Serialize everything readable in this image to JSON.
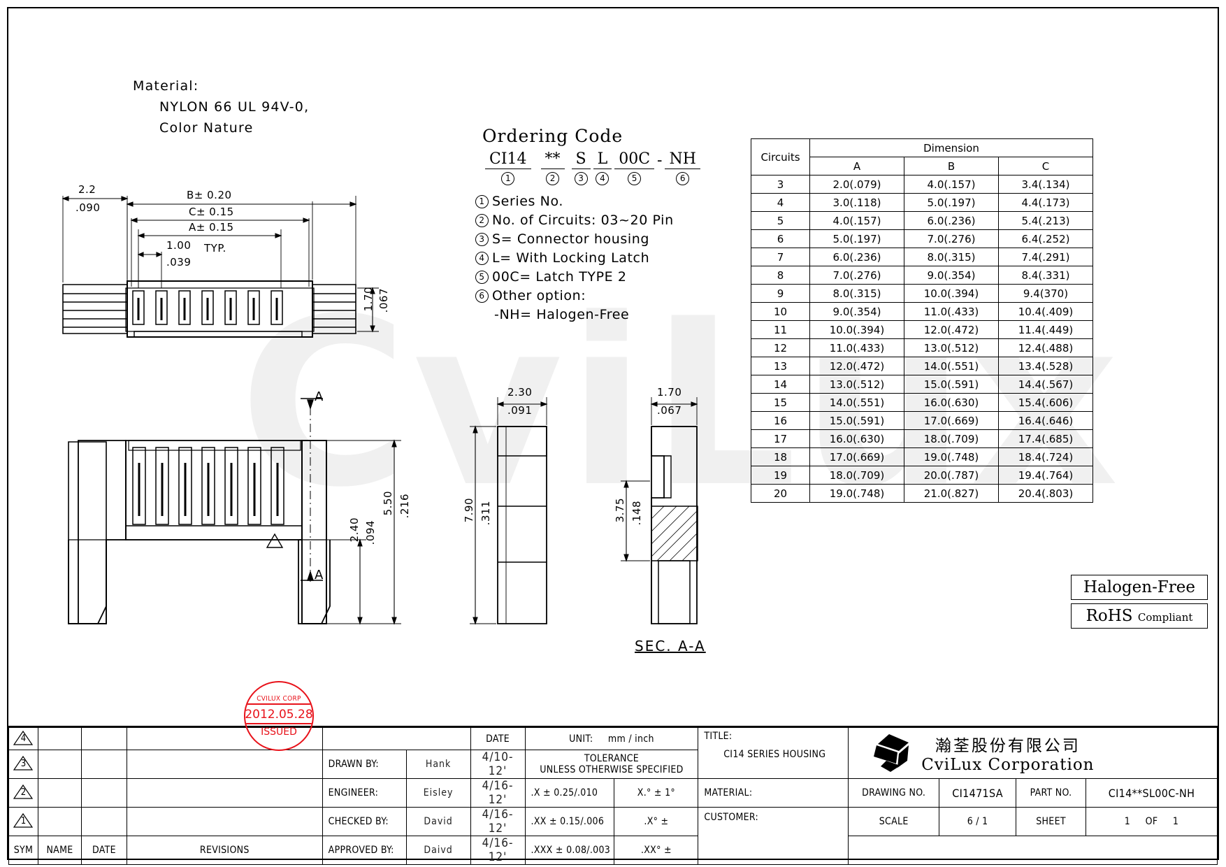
{
  "material_note": {
    "line1": "Material:",
    "line2": "NYLON 66 UL 94V-0,",
    "line3": "Color Nature"
  },
  "ordering_code": {
    "title": "Ordering Code",
    "segments": [
      {
        "code": "CI14",
        "num": "1"
      },
      {
        "code": "**",
        "num": "2"
      },
      {
        "code": "S",
        "num": "3"
      },
      {
        "code": "L",
        "num": "4"
      },
      {
        "code": "00C",
        "num": "5"
      },
      {
        "code": "NH",
        "num": "6"
      }
    ],
    "dash": "-",
    "legend": [
      {
        "num": "1",
        "text": "Series No."
      },
      {
        "num": "2",
        "text": "No. of Circuits: 03~20 Pin"
      },
      {
        "num": "3",
        "text": "S= Connector housing"
      },
      {
        "num": "4",
        "text": "L= With Locking Latch"
      },
      {
        "num": "5",
        "text": "00C= Latch TYPE 2"
      },
      {
        "num": "6",
        "text": "Other option:"
      }
    ],
    "legend_sub": "-NH= Halogen-Free"
  },
  "dimension_table": {
    "col_circuits": "Circuits",
    "col_group": "Dimension",
    "col_a": "A",
    "col_b": "B",
    "col_c": "C",
    "rows": [
      {
        "circuits": "3",
        "a": "2.0(.079)",
        "b": "4.0(.157)",
        "c": "3.4(.134)"
      },
      {
        "circuits": "4",
        "a": "3.0(.118)",
        "b": "5.0(.197)",
        "c": "4.4(.173)"
      },
      {
        "circuits": "5",
        "a": "4.0(.157)",
        "b": "6.0(.236)",
        "c": "5.4(.213)"
      },
      {
        "circuits": "6",
        "a": "5.0(.197)",
        "b": "7.0(.276)",
        "c": "6.4(.252)"
      },
      {
        "circuits": "7",
        "a": "6.0(.236)",
        "b": "8.0(.315)",
        "c": "7.4(.291)"
      },
      {
        "circuits": "8",
        "a": "7.0(.276)",
        "b": "9.0(.354)",
        "c": "8.4(.331)"
      },
      {
        "circuits": "9",
        "a": "8.0(.315)",
        "b": "10.0(.394)",
        "c": "9.4(370)"
      },
      {
        "circuits": "10",
        "a": "9.0(.354)",
        "b": "11.0(.433)",
        "c": "10.4(.409)"
      },
      {
        "circuits": "11",
        "a": "10.0(.394)",
        "b": "12.0(.472)",
        "c": "11.4(.449)"
      },
      {
        "circuits": "12",
        "a": "11.0(.433)",
        "b": "13.0(.512)",
        "c": "12.4(.488)"
      },
      {
        "circuits": "13",
        "a": "12.0(.472)",
        "b": "14.0(.551)",
        "c": "13.4(.528)"
      },
      {
        "circuits": "14",
        "a": "13.0(.512)",
        "b": "15.0(.591)",
        "c": "14.4(.567)"
      },
      {
        "circuits": "15",
        "a": "14.0(.551)",
        "b": "16.0(.630)",
        "c": "15.4(.606)"
      },
      {
        "circuits": "16",
        "a": "15.0(.591)",
        "b": "17.0(.669)",
        "c": "16.4(.646)"
      },
      {
        "circuits": "17",
        "a": "16.0(.630)",
        "b": "18.0(.709)",
        "c": "17.4(.685)"
      },
      {
        "circuits": "18",
        "a": "17.0(.669)",
        "b": "19.0(.748)",
        "c": "18.4(.724)"
      },
      {
        "circuits": "19",
        "a": "18.0(.709)",
        "b": "20.0(.787)",
        "c": "19.4(.764)"
      },
      {
        "circuits": "20",
        "a": "19.0(.748)",
        "b": "21.0(.827)",
        "c": "20.4(.803)"
      }
    ]
  },
  "top_view_dims": {
    "d_2_2": "2.2",
    "d_090": ".090",
    "d_B": "B± 0.20",
    "d_C": "C± 0.15",
    "d_A": "A± 0.15",
    "d_100": "1.00",
    "d_typ": "TYP.",
    "d_039": ".039",
    "d_170": "1.70",
    "d_067": ".067"
  },
  "front_view_dims": {
    "d_550": "5.50",
    "d_216": ".216",
    "d_240": "2.40",
    "d_094": ".094",
    "section_mark_top": "A",
    "section_mark_bottom": "A"
  },
  "side_view_dims": {
    "d_230": "2.30",
    "d_091": ".091",
    "d_790": "7.90",
    "d_311": ".311"
  },
  "section_view": {
    "d_170": "1.70",
    "d_067": ".067",
    "d_375": "3.75",
    "d_148": ".148",
    "label": "SEC. A-A"
  },
  "certifications": {
    "halogen_free": "Halogen-Free",
    "rohs_main": "RoHS",
    "rohs_sub": "Compliant"
  },
  "stamp": {
    "company": "CVILUX CORP",
    "date": "2012.05.28",
    "status": "ISSUED",
    "color": "#e8121a"
  },
  "title_block": {
    "rev_col_sym": "SYM",
    "rev_col_name": "NAME",
    "rev_col_date": "DATE",
    "rev_col_revisions": "REVISIONS",
    "rev_rows": [
      "4",
      "3",
      "2",
      "1"
    ],
    "date_header": "DATE",
    "signoff": [
      {
        "label": "DRAWN BY:",
        "name": "Hank",
        "date": "4/10-12'"
      },
      {
        "label": "ENGINEER:",
        "name": "Eisley",
        "date": "4/16-12'"
      },
      {
        "label": "CHECKED BY:",
        "name": "David",
        "date": "4/16-12'"
      },
      {
        "label": "APPROVED BY:",
        "name": "Daivd",
        "date": "4/16-12'"
      }
    ],
    "unit_label": "UNIT:",
    "unit_value": "mm / inch",
    "tolerance_line1": "TOLERANCE",
    "tolerance_line2": "UNLESS OTHERWISE SPECIFIED",
    "tolerance_rows": [
      {
        "left": ".X    ± 0.25/.010",
        "right": "X.°  ±  1°"
      },
      {
        "left": ".XX  ± 0.15/.006",
        "right": ".X°  ±"
      },
      {
        "left": ".XXX ± 0.08/.003",
        "right": ".XX° ±"
      }
    ],
    "title_label": "TITLE:",
    "title_value": "CI14 SERIES HOUSING",
    "material_label": "MATERIAL:",
    "material_value": "",
    "customer_label": "CUSTOMER:",
    "customer_value": "",
    "company_cn": "瀚荃股份有限公司",
    "company_en": "CviLux  Corporation",
    "drawing_no_label": "DRAWING NO.",
    "drawing_no_value": "CI1471SA",
    "part_no_label": "PART NO.",
    "part_no_value": "CI14**SL00C-NH",
    "scale_label": "SCALE",
    "scale_value": "6 / 1",
    "sheet_label": "SHEET",
    "sheet_value": "1",
    "sheet_of": "OF",
    "sheet_total": "1"
  },
  "watermark_text": "CviLux"
}
